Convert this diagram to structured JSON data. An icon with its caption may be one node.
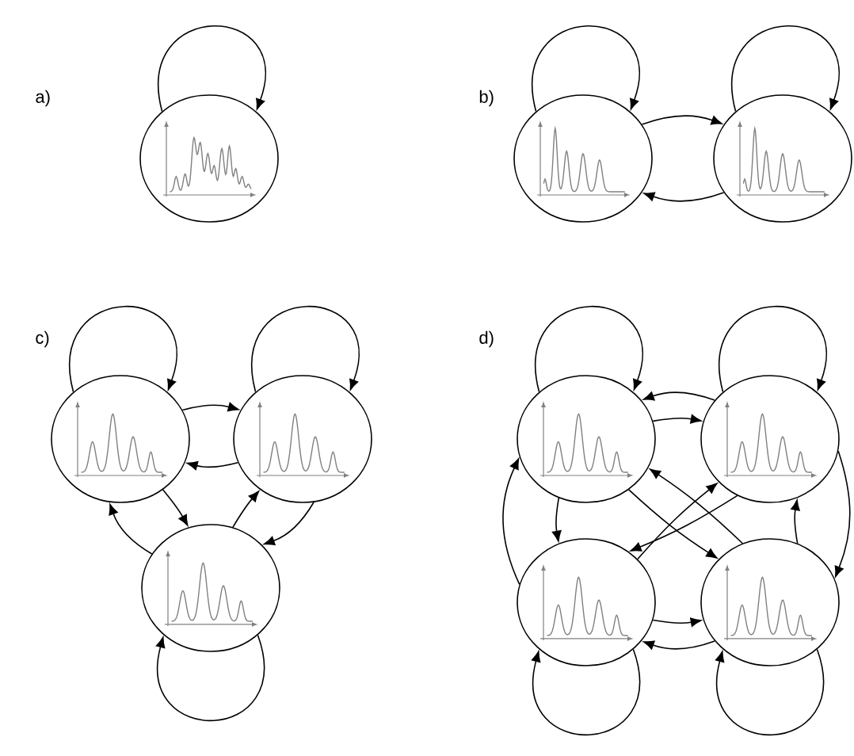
{
  "diagram": {
    "nodes": [
      {
        "text": [],
        "shape": "circle"
      },
      {
        "text": [],
        "shape": "circle"
      },
      {
        "text": [],
        "shape": "circle"
      },
      {
        "text": [],
        "shape": "circle"
      },
      {
        "text": [],
        "shape": "circle"
      },
      {
        "text": [],
        "shape": "circle"
      },
      {
        "text": [],
        "shape": "circle"
      },
      {
        "text": [],
        "shape": "circle"
      },
      {
        "text": [],
        "shape": "circle"
      },
      {
        "text": [],
        "shape": "circle"
      }
    ],
    "edges": [
      {
        "from": 0,
        "to": 0,
        "arrow": "to"
      },
      {
        "from": 1,
        "to": 1,
        "arrow": "to"
      },
      {
        "from": 2,
        "to": 2,
        "arrow": "to"
      },
      {
        "from": 1,
        "to": 2,
        "arrow": "to"
      },
      {
        "from": 2,
        "to": 1,
        "arrow": "to"
      },
      {
        "from": 3,
        "to": 3,
        "arrow": "to"
      },
      {
        "from": 4,
        "to": 4,
        "arrow": "to"
      },
      {
        "from": 5,
        "to": 5,
        "arrow": "to"
      },
      {
        "from": 3,
        "to": 4,
        "arrow": "to"
      },
      {
        "from": 4,
        "to": 3,
        "arrow": "to"
      },
      {
        "from": 3,
        "to": 5,
        "arrow": "to"
      },
      {
        "from": 5,
        "to": 4,
        "arrow": "to"
      },
      {
        "from": 4,
        "to": 5,
        "arrow": "to"
      },
      {
        "from": 5,
        "to": 3,
        "arrow": "to"
      },
      {
        "from": 6,
        "to": 6,
        "arrow": "to"
      },
      {
        "from": 7,
        "to": 7,
        "arrow": "to"
      },
      {
        "from": 8,
        "to": 8,
        "arrow": "to"
      },
      {
        "from": 9,
        "to": 9,
        "arrow": "to"
      },
      {
        "from": 6,
        "to": 7,
        "arrow": "to"
      },
      {
        "from": 7,
        "to": 6,
        "arrow": "to"
      },
      {
        "from": 8,
        "to": 9,
        "arrow": "to"
      },
      {
        "from": 9,
        "to": 8,
        "arrow": "to"
      },
      {
        "from": 8,
        "to": 6,
        "arrow": "to"
      },
      {
        "from": 6,
        "to": 8,
        "arrow": "to"
      },
      {
        "from": 7,
        "to": 9,
        "arrow": "to"
      },
      {
        "from": 9,
        "to": 7,
        "arrow": "to"
      },
      {
        "from": 6,
        "to": 9,
        "arrow": "to"
      },
      {
        "from": 9,
        "to": 6,
        "arrow": "to"
      },
      {
        "from": 8,
        "to": 7,
        "arrow": "to"
      },
      {
        "from": 7,
        "to": 8,
        "arrow": "to"
      }
    ],
    "labels": [
      "a)",
      "b)",
      "c)",
      "d)"
    ]
  }
}
